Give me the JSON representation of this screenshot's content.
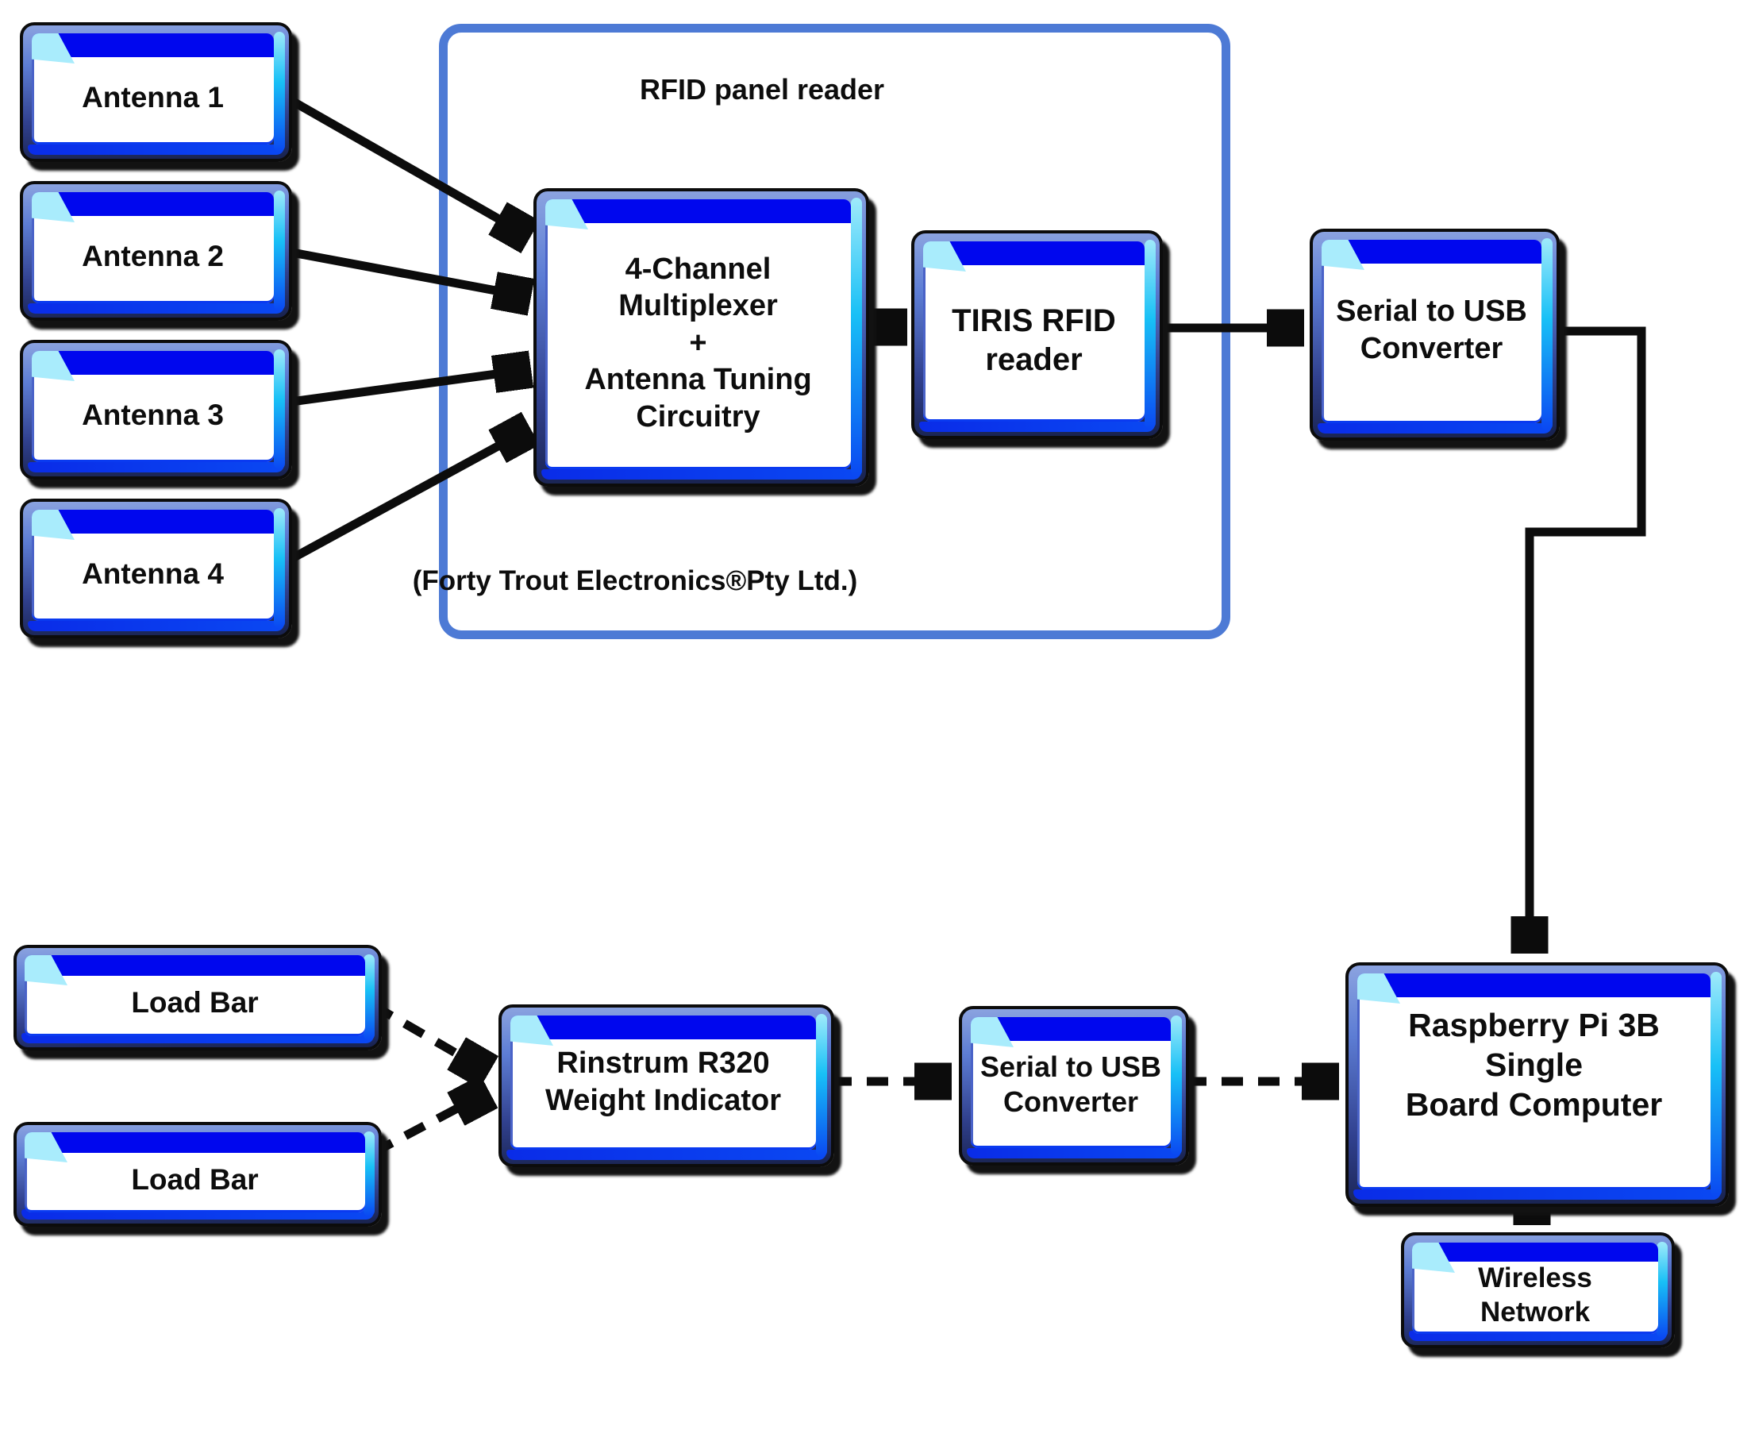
{
  "diagram": {
    "container": {
      "title": "RFID panel reader",
      "subtitle": "(Forty Trout Electronics®Pty Ltd.)"
    },
    "nodes": {
      "antenna1": {
        "label": "Antenna 1"
      },
      "antenna2": {
        "label": "Antenna 2"
      },
      "antenna3": {
        "label": "Antenna 3"
      },
      "antenna4": {
        "label": "Antenna 4"
      },
      "mux": {
        "lines": [
          "4-Channel",
          "Multiplexer",
          "+",
          "Antenna Tuning",
          "Circuitry"
        ]
      },
      "tiris": {
        "lines": [
          "TIRIS RFID",
          "reader"
        ]
      },
      "serial_usb_top": {
        "lines": [
          "Serial to USB",
          "Converter"
        ]
      },
      "load_bar_1": {
        "label": "Load Bar"
      },
      "load_bar_2": {
        "label": "Load Bar"
      },
      "rinstrum": {
        "lines": [
          "Rinstrum R320",
          "Weight Indicator"
        ]
      },
      "serial_usb_bottom": {
        "lines": [
          "Serial to USB",
          "Converter"
        ]
      },
      "raspberry_pi": {
        "lines": [
          "Raspberry Pi 3B Single",
          "Board Computer"
        ]
      },
      "wireless_network": {
        "lines": [
          "Wireless",
          "Network"
        ]
      }
    },
    "connections": [
      {
        "from": "antenna1",
        "to": "mux",
        "style": "solid"
      },
      {
        "from": "antenna2",
        "to": "mux",
        "style": "solid"
      },
      {
        "from": "antenna3",
        "to": "mux",
        "style": "solid"
      },
      {
        "from": "antenna4",
        "to": "mux",
        "style": "solid"
      },
      {
        "from": "mux",
        "to": "tiris",
        "style": "solid"
      },
      {
        "from": "tiris",
        "to": "serial_usb_top",
        "style": "solid"
      },
      {
        "from": "serial_usb_top",
        "to": "raspberry_pi",
        "style": "solid"
      },
      {
        "from": "raspberry_pi",
        "to": "wireless_network",
        "style": "solid"
      },
      {
        "from": "load_bar_1",
        "to": "rinstrum",
        "style": "dashed"
      },
      {
        "from": "load_bar_2",
        "to": "rinstrum",
        "style": "dashed"
      },
      {
        "from": "rinstrum",
        "to": "serial_usb_bottom",
        "style": "dashed"
      },
      {
        "from": "serial_usb_bottom",
        "to": "raspberry_pi",
        "style": "dashed"
      }
    ],
    "colors": {
      "container_border": "#4d7ad5",
      "header_bar_blue": "#0007ee",
      "frame_blue": "#5d7dd4",
      "bright_blue": "#0a48f2",
      "highlight_cyan": "#18c0f6",
      "fold_cyan": "#a9ecfc",
      "connector_black": "#0c0c0c"
    }
  }
}
